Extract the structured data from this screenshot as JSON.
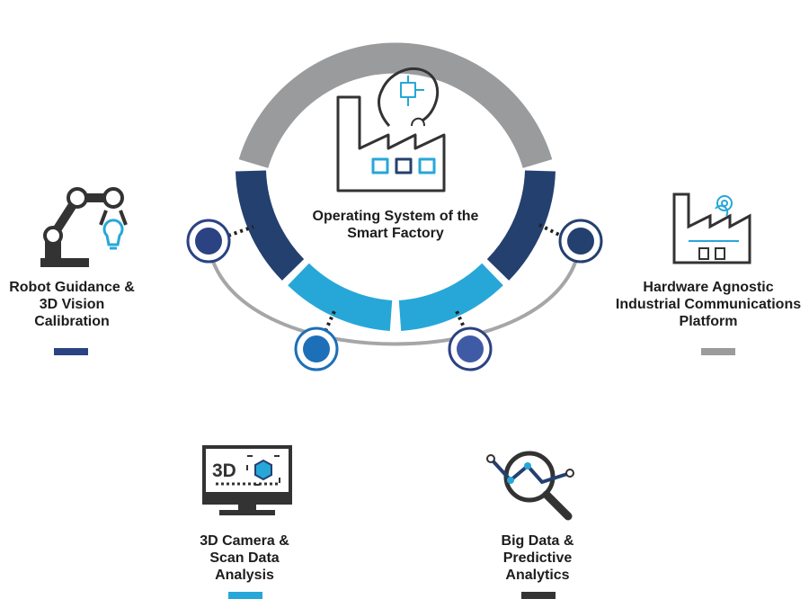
{
  "center": {
    "lines": [
      "Operating System of the",
      "Smart Factory"
    ]
  },
  "items": [
    {
      "id": "robot",
      "lines": [
        "Robot Guidance &",
        "3D Vision",
        "Calibration"
      ],
      "bar_color": "#2b4283",
      "icon": "robot-arm-icon"
    },
    {
      "id": "hardware",
      "lines": [
        "Hardware Agnostic",
        "Industrial Communications",
        "Platform"
      ],
      "bar_color": "#9a9b9d",
      "icon": "factory-gear-icon"
    },
    {
      "id": "camera",
      "lines": [
        "3D Camera &",
        "Scan Data",
        "Analysis"
      ],
      "bar_color": "#27a7d8",
      "icon": "3d-monitor-icon",
      "badge": "3D"
    },
    {
      "id": "bigdata",
      "lines": [
        "Big Data &",
        "Predictive",
        "Analytics"
      ],
      "bar_color": "#333333",
      "icon": "magnifier-chart-icon"
    }
  ],
  "colors": {
    "navy": "#24406f",
    "sky": "#27a7d8",
    "gray": "#9a9b9d",
    "dark": "#333333",
    "mid_blue": "#3f5ba5"
  }
}
